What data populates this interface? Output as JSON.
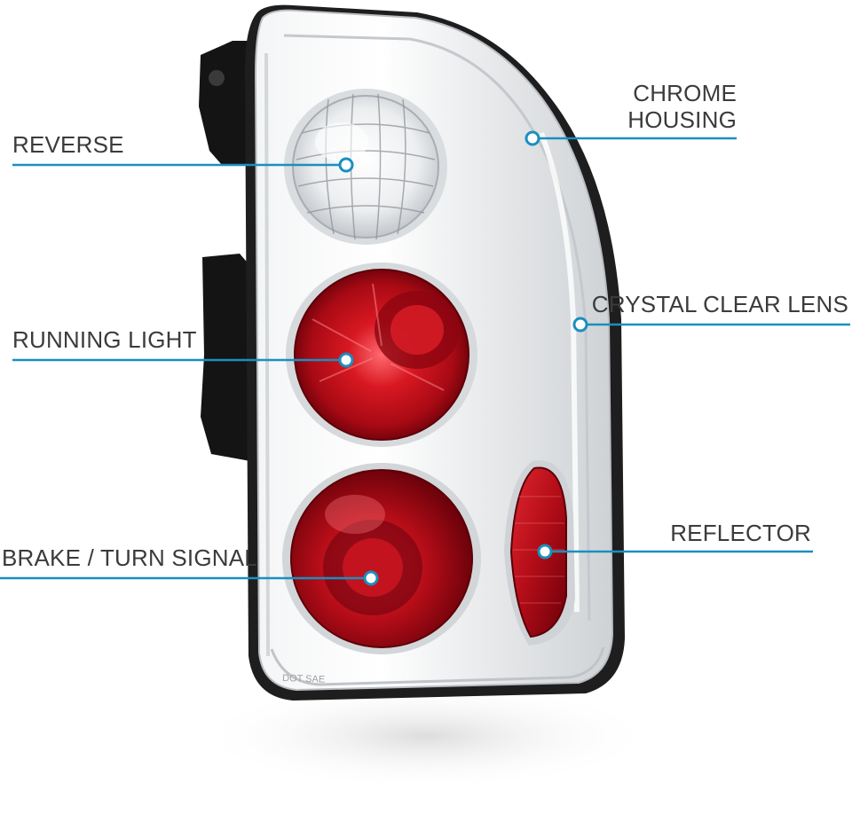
{
  "diagram": {
    "callouts": {
      "reverse": {
        "text": "REVERSE"
      },
      "running_light": {
        "text": "RUNNING LIGHT"
      },
      "brake_turn": {
        "text": "BRAKE / TURN SIGNAL"
      },
      "chrome_housing": {
        "line1": "CHROME",
        "line2": "HOUSING"
      },
      "clear_lens": {
        "text": "CRYSTAL CLEAR LENS"
      },
      "reflector": {
        "text": "REFLECTOR"
      }
    },
    "lens_marking": "DOT SAE",
    "colors": {
      "callout_line": "#1a8fbf",
      "red_lens": "#c4121c",
      "dark_red": "#6e0008",
      "chrome": "#e8eaec",
      "bracket": "#151515",
      "text": "#3b3b3b"
    }
  }
}
